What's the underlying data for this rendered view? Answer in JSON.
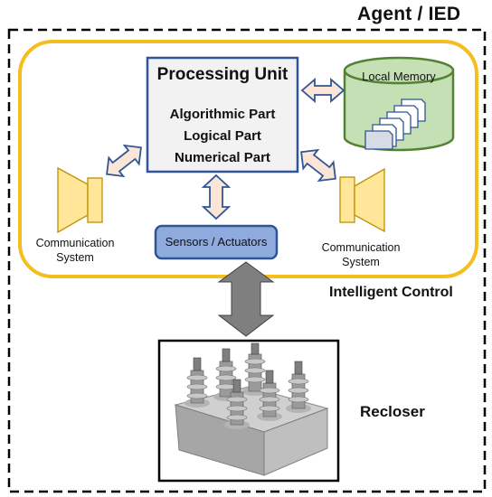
{
  "diagram": {
    "outer_title": "Agent / IED",
    "inner_title": "Intelligent Control",
    "processing_unit": {
      "title": "Processing Unit",
      "parts": [
        "Algorithmic Part",
        "Logical Part",
        "Numerical Part"
      ]
    },
    "local_memory": "Local Memory",
    "sensors_actuators": "Sensors / Actuators",
    "communication_left": {
      "line1": "Communication",
      "line2": "System"
    },
    "communication_right": {
      "line1": "Communication",
      "line2": "System"
    },
    "recloser": "Recloser"
  },
  "colors": {
    "inner_border": "#F5BE1E",
    "processing_fill": "#F2F2F2",
    "processing_border": "#2F5597",
    "memory_fill": "#C5E0B4",
    "memory_border": "#548235",
    "sensors_fill": "#8FAADC",
    "sensors_border": "#2F5597",
    "speaker_fill": "#FFE699",
    "arrow_light_fill": "#FBE5D6",
    "arrow_light_border": "#2F5597",
    "arrow_dark_fill": "#7F7F7F"
  }
}
